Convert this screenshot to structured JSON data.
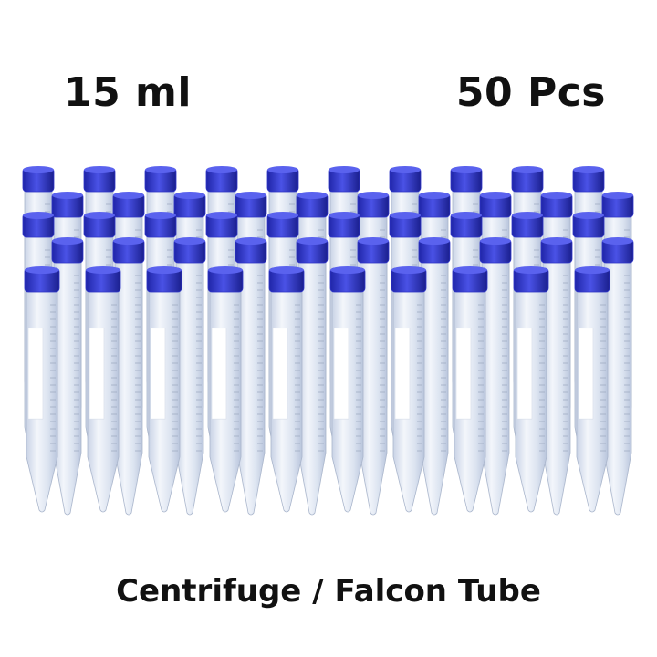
{
  "product": {
    "volume": "15 ml",
    "quantity": "50 Pcs",
    "caption": "Centrifuge / Falcon Tube"
  },
  "photo": {
    "subject": "tube-grid",
    "cap_color": "#2f35c8",
    "tube_color": "#dfe6f2",
    "label_color": "#ffffff"
  }
}
